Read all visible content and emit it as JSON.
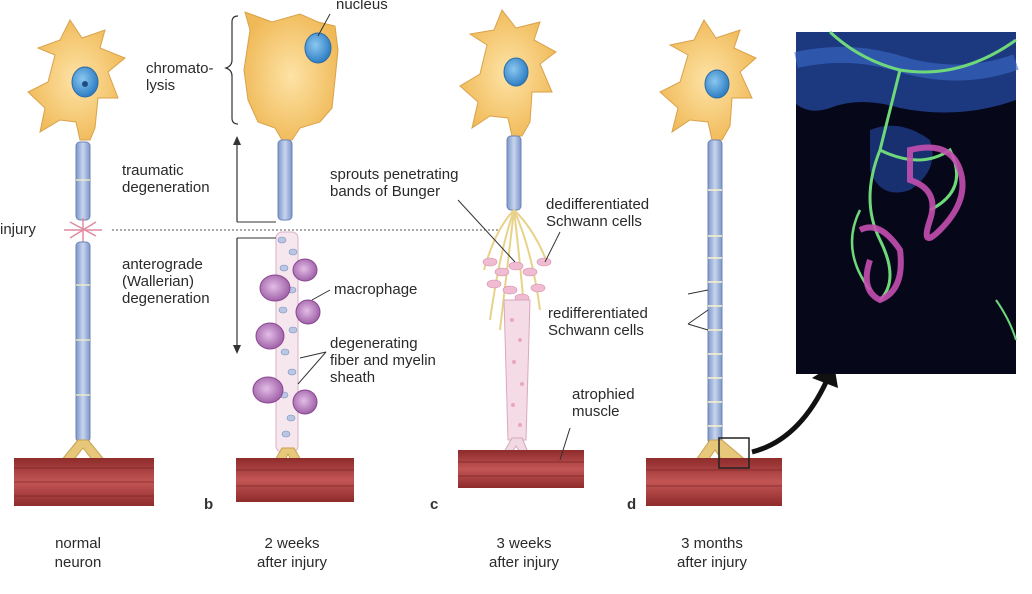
{
  "labels": {
    "nucleus": "nucleus",
    "chromatolysis": "chromato-\nlysis",
    "traumatic": "traumatic\ndegeneration",
    "injury": "injury",
    "anterograde": "anterograde\n(Wallerian)\ndegeneration",
    "macrophage": "macrophage",
    "degenerating": "degenerating\nfiber and myelin\nsheath",
    "sprouts": "sprouts penetrating\nbands of Bunger",
    "dediff": "dedifferentiated\nSchwann cells",
    "rediff": "redifferentiated\nSchwann cells",
    "atrophied": "atrophied\nmuscle"
  },
  "panels": [
    {
      "letter": "",
      "caption": "normal\nneuron"
    },
    {
      "letter": "b",
      "caption": "2 weeks\nafter injury"
    },
    {
      "letter": "c",
      "caption": "3 weeks\nafter injury"
    },
    {
      "letter": "d",
      "caption": "3 months\nafter injury"
    }
  ],
  "colors": {
    "soma": "#f5c870",
    "nucleus": "#4a9fd8",
    "myelin": "#9fb3d8",
    "muscle": "#a23a3a",
    "macrophage": "#b27ab5",
    "micrograph_bg": "#07071a",
    "micrograph_green": "#6fd87a",
    "micrograph_magenta": "#c44fb0"
  }
}
